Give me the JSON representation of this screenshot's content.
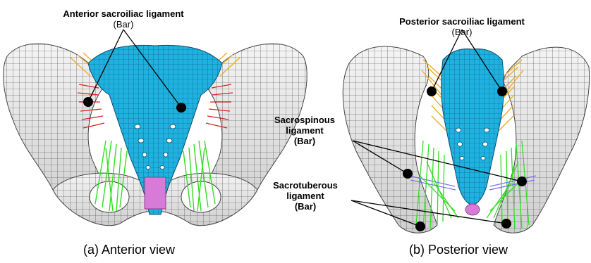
{
  "panel_a": {
    "caption": "(a) Anterior view",
    "label_1_line1": "Anterior sacroiliac ligament",
    "label_1_line2": "(Bar)"
  },
  "panel_b": {
    "caption": "(b) Posterior view",
    "label_1_line1": "Posterior sacroiliac ligament",
    "label_1_line2": "(Bar)",
    "label_2_line1": "Sacrospinous",
    "label_2_line2": "ligament",
    "label_2_line3": "(Bar)",
    "label_3_line1": "Sacrotuberous",
    "label_3_line2": "ligament",
    "label_3_line3": "(Bar)"
  },
  "colors": {
    "bone": "#e9e9e9",
    "mesh": "#3a3a3a",
    "sacrum": "#1fb2e0",
    "anterior_sacroiliac": "#e02020",
    "posterior_sacroiliac": "#f0a820",
    "sacrospinous_sacrotuberous": "#33dd22",
    "pubic_symphysis": "#d87ad8"
  }
}
